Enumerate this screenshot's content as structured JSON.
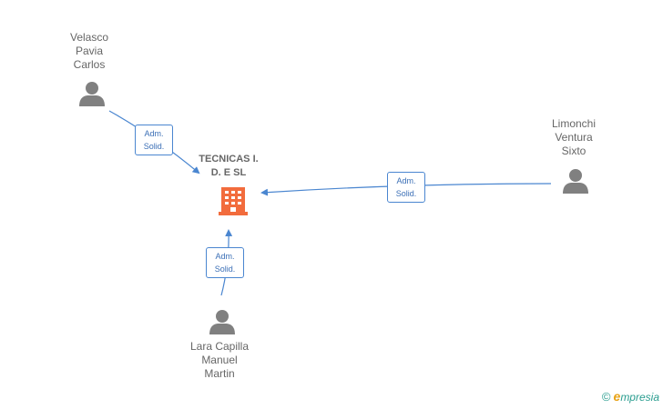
{
  "company": {
    "name_line1": "TECNICAS I.",
    "name_line2": "D. E SL",
    "icon": "building-icon",
    "color": "#f26c3d"
  },
  "people": [
    {
      "id": "velasco",
      "lines": [
        "Velasco",
        "Pavia",
        "Carlos"
      ],
      "icon": "person-icon"
    },
    {
      "id": "limonchi",
      "lines": [
        "Limonchi",
        "Ventura",
        "Sixto"
      ],
      "icon": "person-icon"
    },
    {
      "id": "lara",
      "lines": [
        "Lara Capilla",
        "Manuel",
        "Martin"
      ],
      "icon": "person-icon"
    }
  ],
  "relations": [
    {
      "from": "velasco",
      "line1": "Adm.",
      "line2": "Solid."
    },
    {
      "from": "limonchi",
      "line1": "Adm.",
      "line2": "Solid."
    },
    {
      "from": "lara",
      "line1": "Adm.",
      "line2": "Solid."
    }
  ],
  "footer": {
    "copyright": "©",
    "brand_first": "e",
    "brand_rest": "mpresia"
  },
  "colors": {
    "edge": "#4a86d0",
    "person": "#808080",
    "text": "#666666"
  }
}
